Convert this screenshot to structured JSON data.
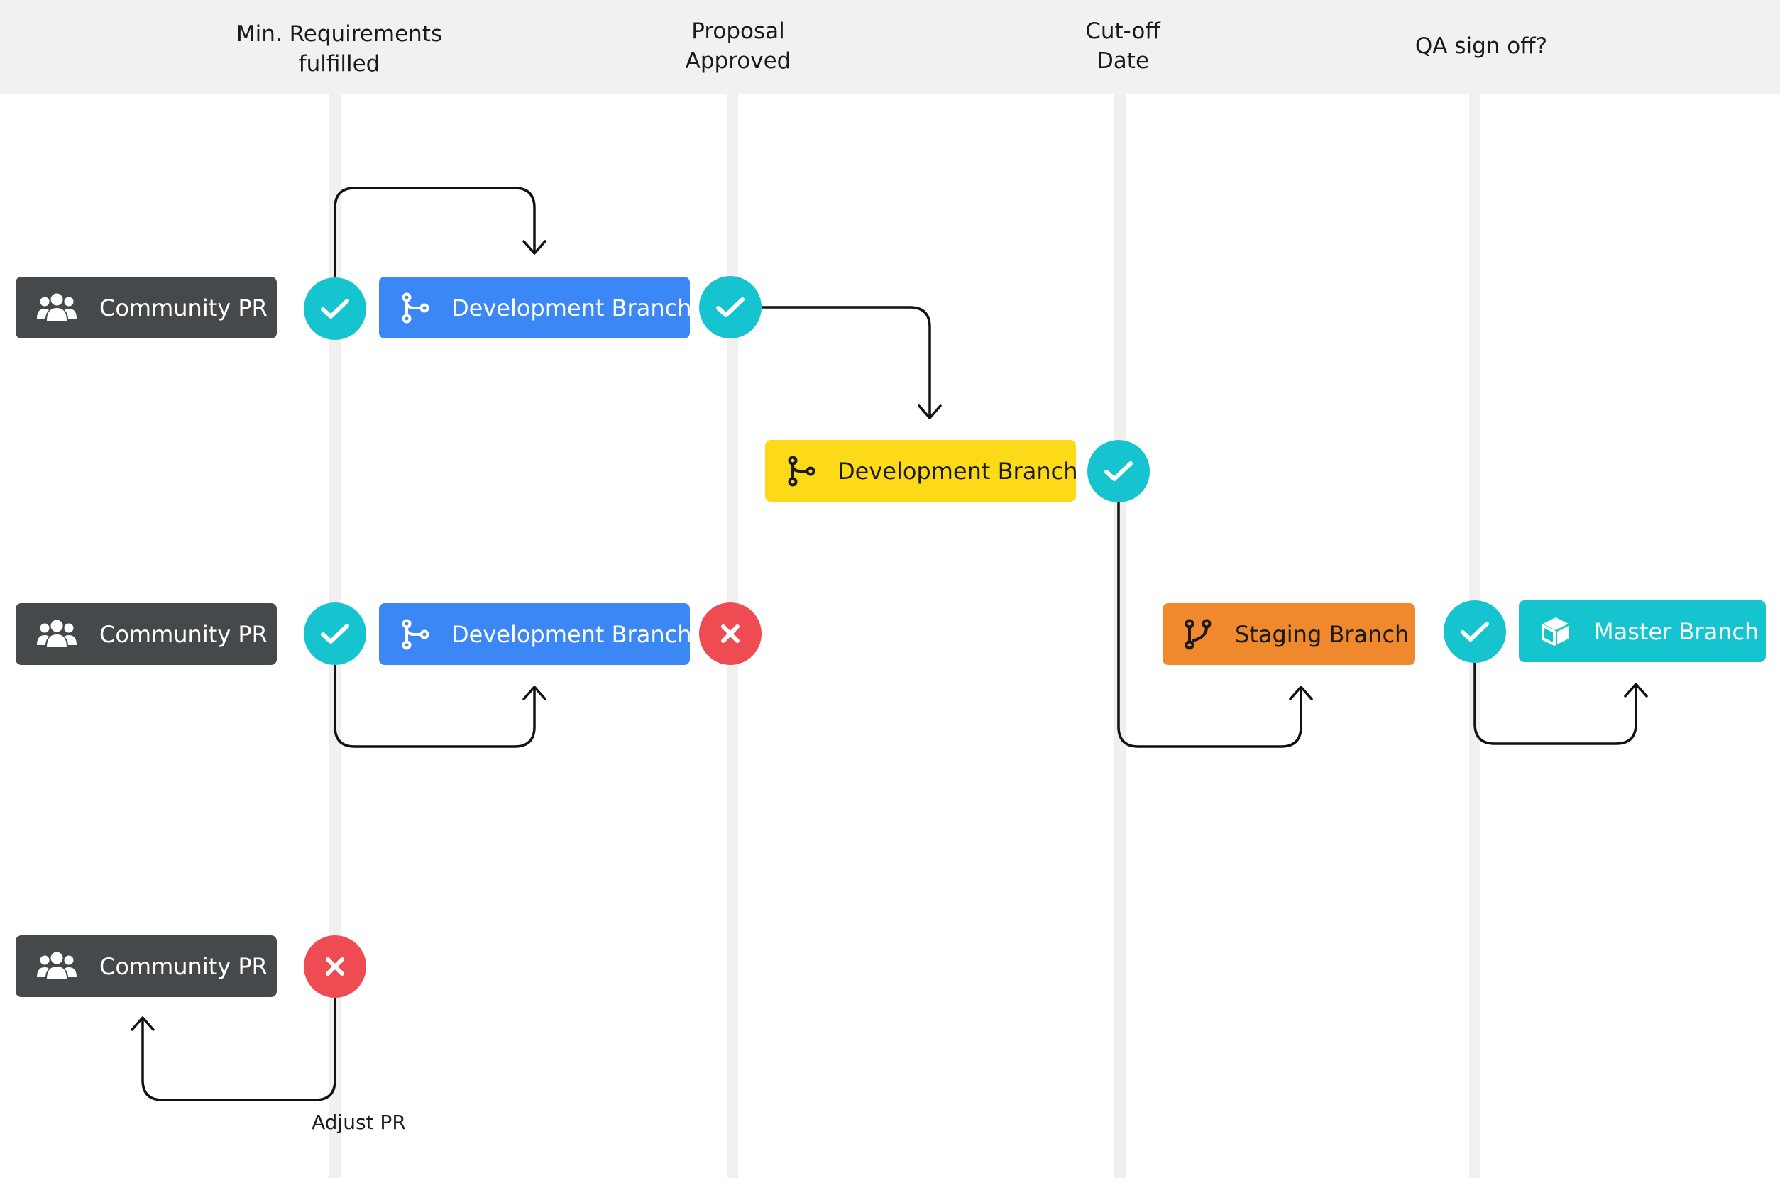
{
  "colors": {
    "community": "#45494c",
    "development": "#3b87f5",
    "development_cutoff": "#fcda18",
    "staging": "#f0892d",
    "master": "#16c4d0",
    "check": "#16c4d0",
    "reject": "#ee4b53",
    "lane": "#eff0ef",
    "header_bg": "#f0f1f0"
  },
  "gates": [
    {
      "title": "Min. Requirements\nfulfilled"
    },
    {
      "title": "Proposal\nApproved"
    },
    {
      "title": "Cut-off\nDate"
    },
    {
      "title": "QA sign off?"
    }
  ],
  "nodes": {
    "community_pr_1": {
      "label": "Community PR",
      "icon": "users-icon"
    },
    "community_pr_2": {
      "label": "Community PR",
      "icon": "users-icon"
    },
    "community_pr_3": {
      "label": "Community PR",
      "icon": "users-icon"
    },
    "dev_branch_1": {
      "label": "Development Branch",
      "icon": "branch-icon"
    },
    "dev_branch_2": {
      "label": "Development Branch",
      "icon": "branch-icon"
    },
    "dev_branch_cutoff": {
      "label": "Development Branch",
      "icon": "branch-icon"
    },
    "staging_branch": {
      "label": "Staging Branch",
      "icon": "merge-icon"
    },
    "master_branch": {
      "label": "Master Branch",
      "icon": "box-icon"
    }
  },
  "statuses": [
    {
      "id": "check-1",
      "type": "check"
    },
    {
      "id": "check-2",
      "type": "check"
    },
    {
      "id": "check-3",
      "type": "check"
    },
    {
      "id": "check-4",
      "type": "check"
    },
    {
      "id": "check-5",
      "type": "check"
    },
    {
      "id": "reject-1",
      "type": "reject"
    },
    {
      "id": "reject-2",
      "type": "reject"
    }
  ],
  "annotations": {
    "adjust_pr": "Adjust PR"
  }
}
